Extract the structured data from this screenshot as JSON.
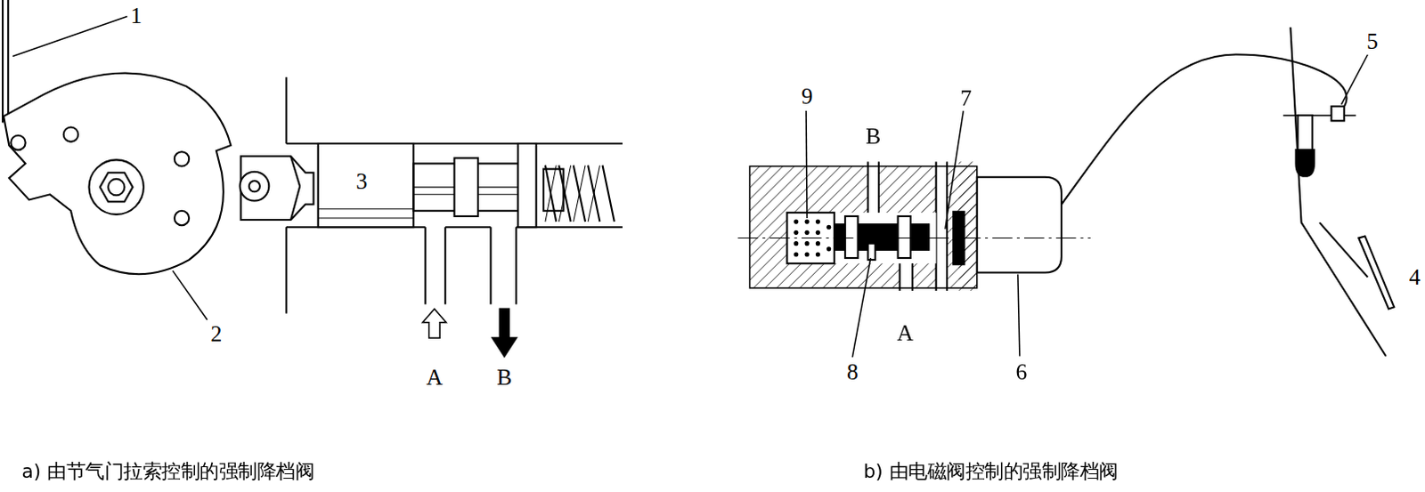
{
  "diagram": {
    "labels": [
      "1",
      "2",
      "3",
      "A",
      "B",
      "9",
      "B",
      "7",
      "8",
      "A",
      "6",
      "5",
      "4",
      "a) 由节气门拉索控制的强制降档阀",
      "b) 由电磁阀控制的强制降档阀"
    ]
  }
}
